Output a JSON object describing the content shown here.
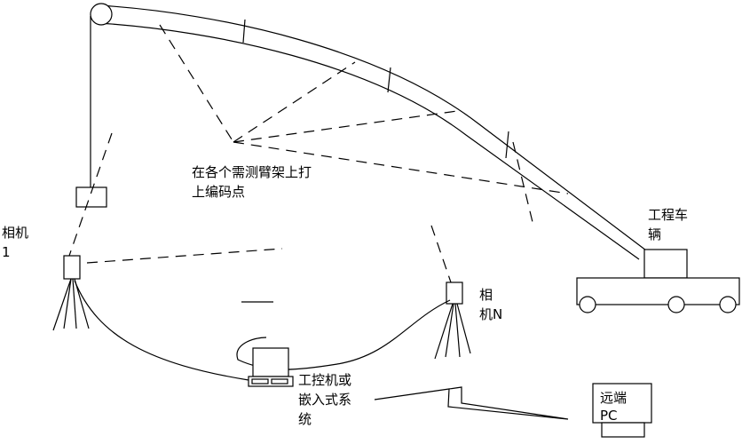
{
  "labels": {
    "marker_note_line1": "在各个需测臂架上打",
    "marker_note_line2": "上编码点",
    "vehicle_line1": "工程车",
    "vehicle_line2": "辆",
    "camera1_line1": "相机",
    "camera1_line2": "1",
    "cameraN_line1": "相",
    "cameraN_line2": "机N",
    "ipc_line1": "工控机或",
    "ipc_line2": "嵌入式系",
    "ipc_line3": "统",
    "remote_line1": "远端",
    "remote_line2": "PC"
  },
  "colors": {
    "stroke": "#000000",
    "background": "#ffffff"
  }
}
